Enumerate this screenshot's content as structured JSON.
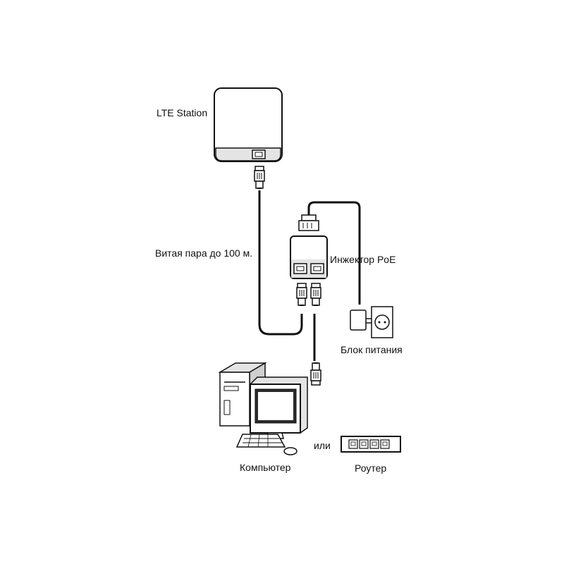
{
  "labels": {
    "lte_station": "LTE Station",
    "cable": "Витая пара до 100 м.",
    "poe_injector": "Инжектор PoE",
    "power_supply": "Блок питания",
    "or": "или",
    "computer": "Компьютер",
    "router": "Роутер"
  },
  "colors": {
    "line": "#111111",
    "device_fill": "#ffffff",
    "device_shade": "#e4e4e4",
    "dark_fill": "#2a2a2a"
  },
  "icons": {
    "lte_station": "lte-station-icon",
    "poe_injector": "poe-injector-icon",
    "power_adapter": "power-adapter-icon",
    "wall_outlet": "wall-outlet-icon",
    "computer": "computer-icon",
    "router": "router-icon",
    "rj45_plug": "rj45-plug-icon"
  }
}
